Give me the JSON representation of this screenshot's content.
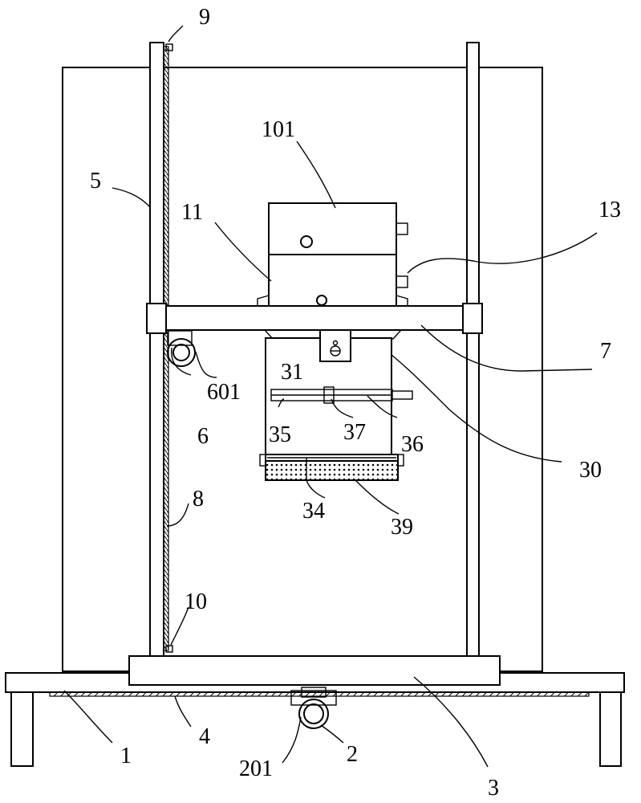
{
  "labels": {
    "l1": "1",
    "l2": "2",
    "l201": "201",
    "l3": "3",
    "l4": "4",
    "l5": "5",
    "l6": "6",
    "l601": "601",
    "l7": "7",
    "l8": "8",
    "l9": "9",
    "l10": "10",
    "l11": "11",
    "l13": "13",
    "l101": "101",
    "l30": "30",
    "l31": "31",
    "l34": "34",
    "l35": "35",
    "l36": "36",
    "l37": "37",
    "l39": "39"
  }
}
